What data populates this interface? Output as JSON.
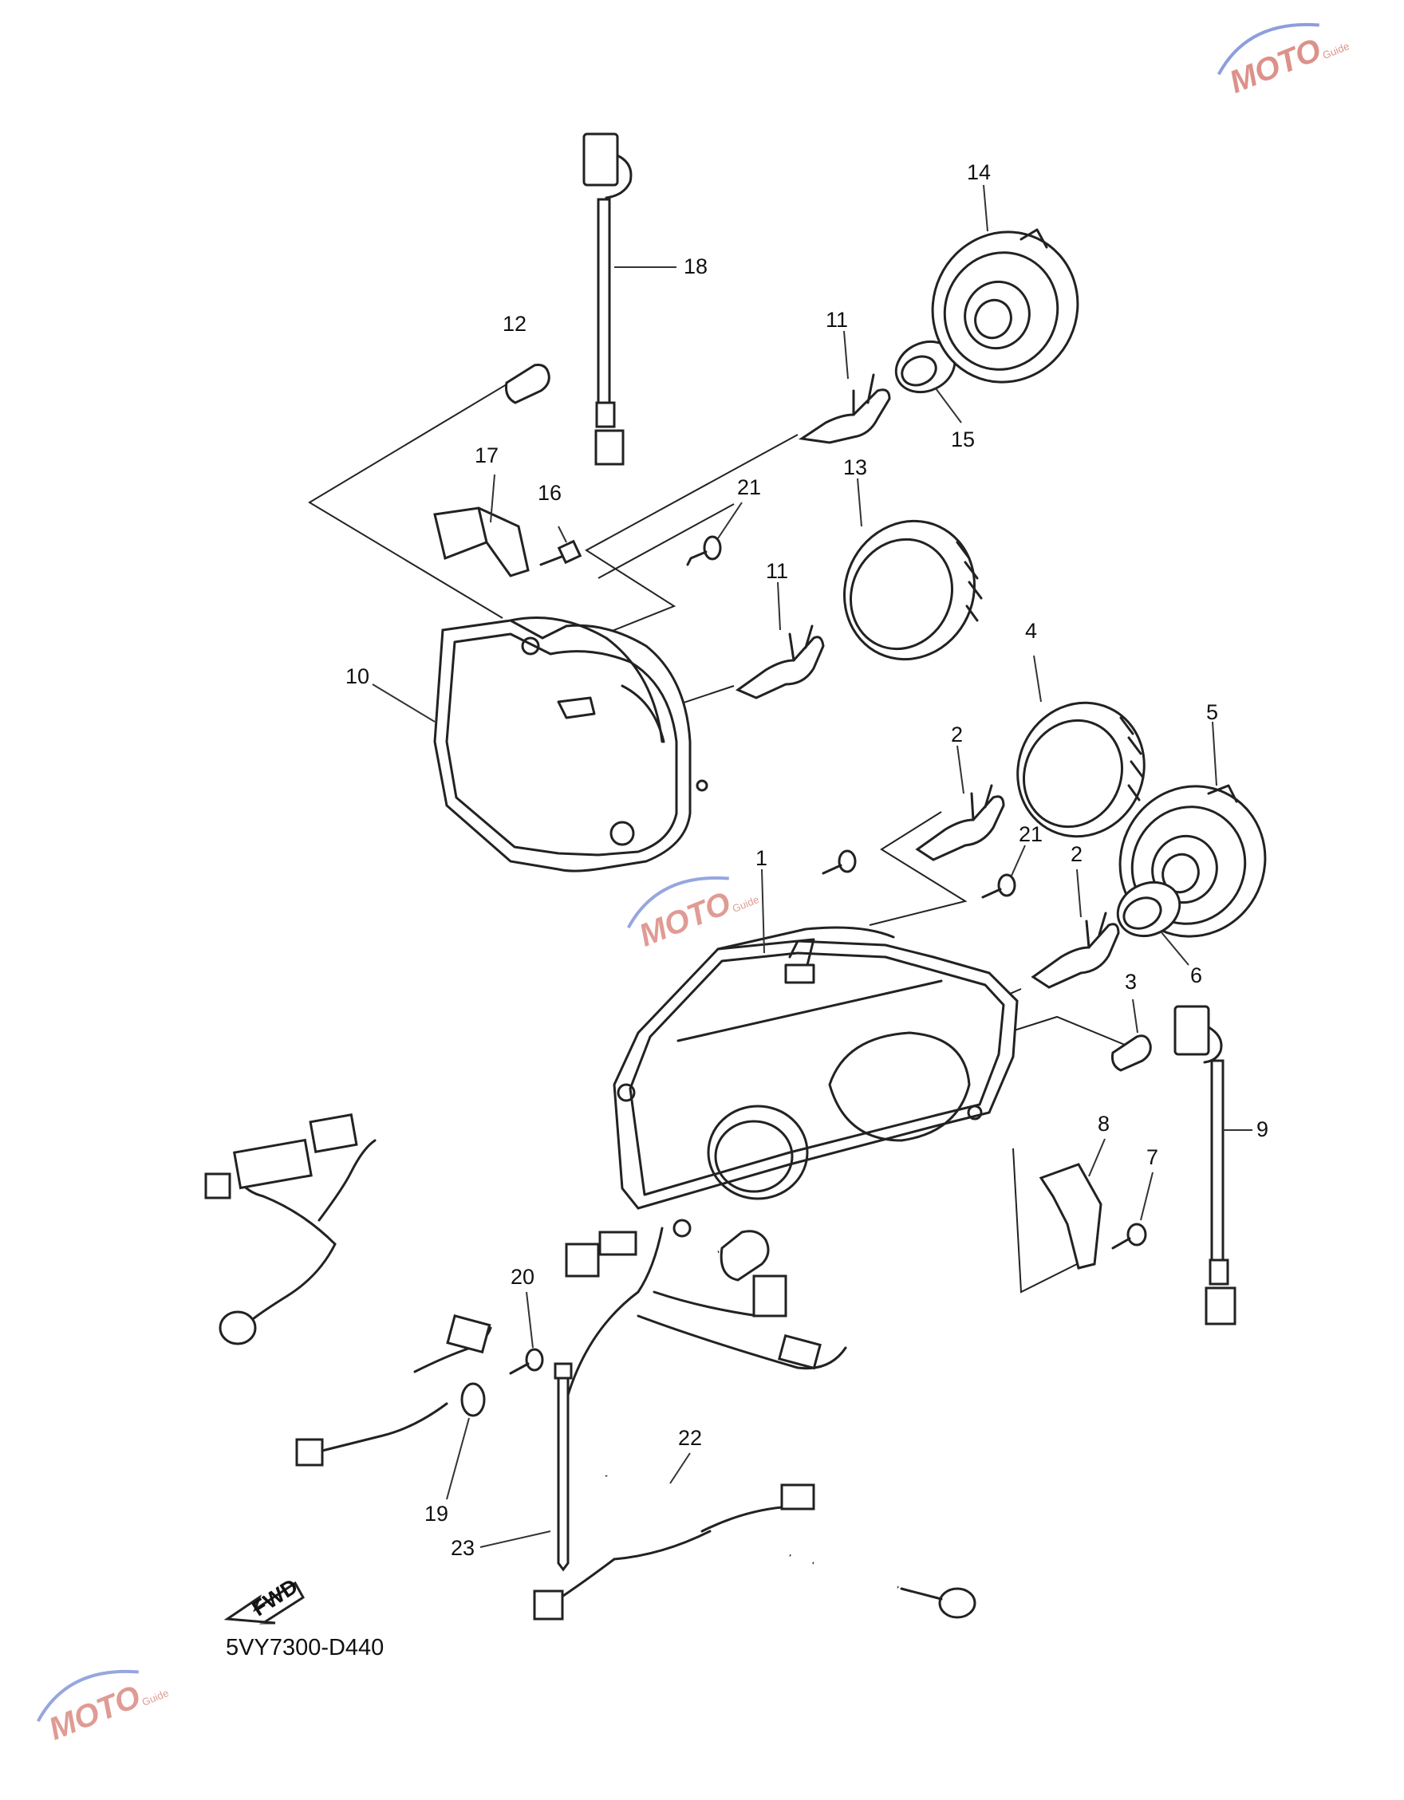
{
  "diagram": {
    "part_code": "5VY7300-D440",
    "fwd_label": "FWD",
    "labels": {
      "p1": "1",
      "p2a": "2",
      "p2b": "2",
      "p3": "3",
      "p4": "4",
      "p5": "5",
      "p6": "6",
      "p7": "7",
      "p8": "8",
      "p9": "9",
      "p10": "10",
      "p11a": "11",
      "p11b": "11",
      "p12": "12",
      "p13": "13",
      "p14": "14",
      "p15": "15",
      "p16": "16",
      "p17": "17",
      "p18": "18",
      "p19": "19",
      "p20": "20",
      "p21a": "21",
      "p21b": "21",
      "p22": "22",
      "p23": "23"
    },
    "watermark": {
      "text": "MOTO",
      "subtext": "Guide",
      "color": "#c0392b",
      "accent": "#2f4fbf"
    }
  }
}
